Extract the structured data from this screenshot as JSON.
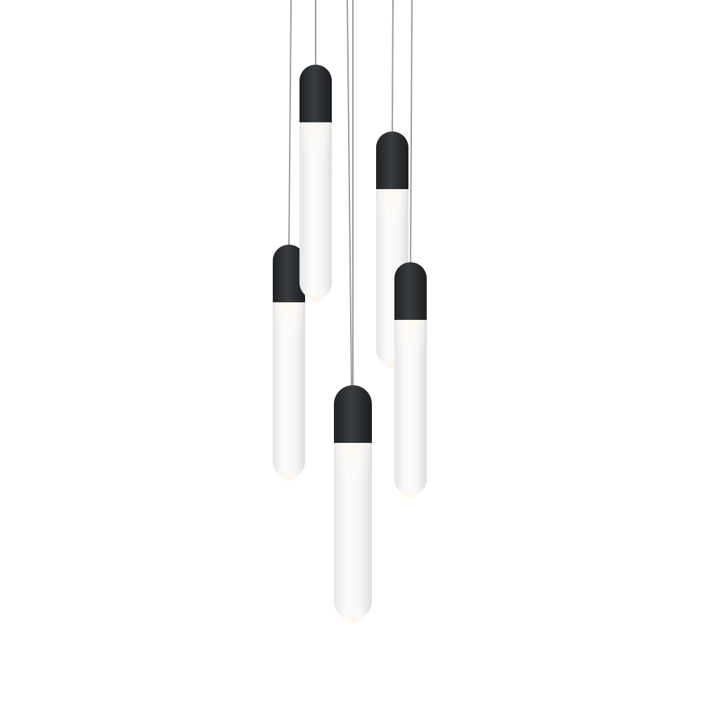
{
  "image": {
    "background_color": "#ffffff",
    "subject": "pendant-light-cluster"
  },
  "pendants": [
    {
      "id": "pendant-1",
      "cap_color": "#2b2d2f",
      "shade_color": "#f4f4f4",
      "cord_color": "#9a9d9b"
    },
    {
      "id": "pendant-2",
      "cap_color": "#2b2d2f",
      "shade_color": "#f4f4f4",
      "cord_color": "#9a9d9b"
    },
    {
      "id": "pendant-3",
      "cap_color": "#2b2d2f",
      "shade_color": "#f4f4f4",
      "cord_color": "#9a9d9b"
    },
    {
      "id": "pendant-4",
      "cap_color": "#2b2d2f",
      "shade_color": "#f4f4f4",
      "cord_color": "#9a9d9b"
    },
    {
      "id": "pendant-5",
      "cap_color": "#2b2d2f",
      "shade_color": "#f4f4f4",
      "cord_color": "#9a9d9b"
    }
  ],
  "extra_cords": [
    {
      "id": "cord-center",
      "cord_color": "#9a9d9b"
    }
  ]
}
